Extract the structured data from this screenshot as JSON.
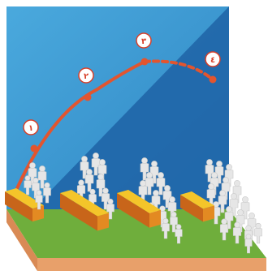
{
  "colors": {
    "sky_light": "#3f9fd6",
    "sky_dark": "#1f63a6",
    "ground": "#6fae3c",
    "ground_edge": "#e8a06a",
    "trajectory": "#e2552f",
    "barrier_top": "#f4c52a",
    "barrier_front": "#e38a22",
    "barrier_side": "#c8651a",
    "people": "#e6e6e6",
    "people_shadow": "#c9c9c9"
  },
  "markers": [
    {
      "label": "١"
    },
    {
      "label": "٢"
    },
    {
      "label": "٣"
    },
    {
      "label": "٤"
    }
  ]
}
